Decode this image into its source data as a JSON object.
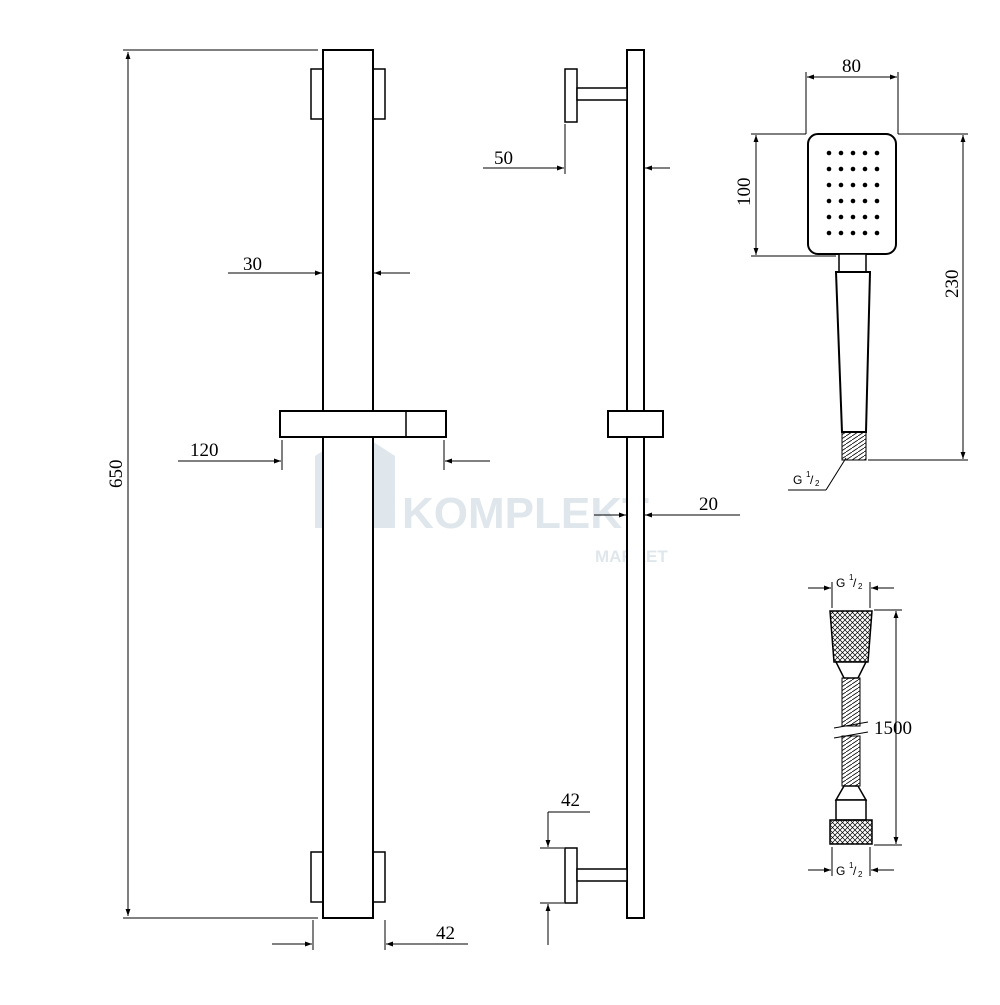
{
  "dimensions": {
    "bar_height": "650",
    "bar_width": "30",
    "holder_width": "120",
    "bracket_width": "42",
    "wall_offset": "50",
    "bar_depth": "20",
    "side_bracket_height": "42",
    "head_width": "80",
    "head_height": "100",
    "handset_length": "230",
    "hose_length": "1500"
  },
  "thread": {
    "prefix": "G",
    "sup": "1",
    "sub": "2"
  },
  "watermark": {
    "brand": "KOMPLEKT",
    "sub": "MARKET",
    "color": "#dfe7ec"
  }
}
